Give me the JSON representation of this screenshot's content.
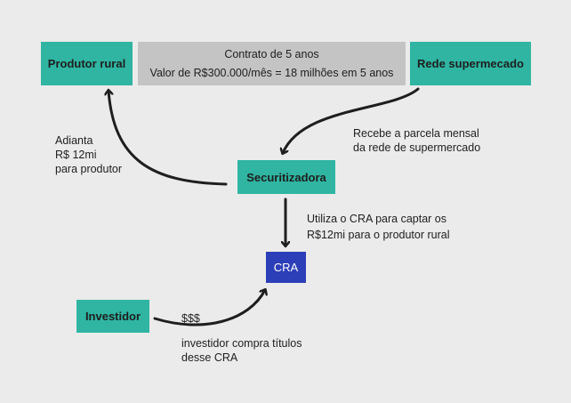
{
  "nodes": {
    "producer": "Produtor rural",
    "contract_line1": "Contrato de 5 anos",
    "contract_line2": "Valor de R$300.000/mês = 18 milhões em 5 anos",
    "supermarket": "Rede supermecado",
    "securitizer": "Securitizadora",
    "cra": "CRA",
    "investor": "Investidor"
  },
  "labels": {
    "advance": [
      "Adianta",
      "R$ 12mi",
      "para produtor"
    ],
    "receives": [
      "Recebe a parcela mensal",
      "da rede de supermercado"
    ],
    "uses_cra": [
      "Utiliza o CRA para captar os",
      "R$12mi para o produtor rural"
    ],
    "money": "$$$",
    "investor_buys": [
      "investidor compra títulos",
      "desse CRA"
    ]
  },
  "colors": {
    "teal": "#2fb5a2",
    "gray": "#c4c4c4",
    "blue": "#2c3fb8",
    "arrow": "#1e1e1e"
  }
}
